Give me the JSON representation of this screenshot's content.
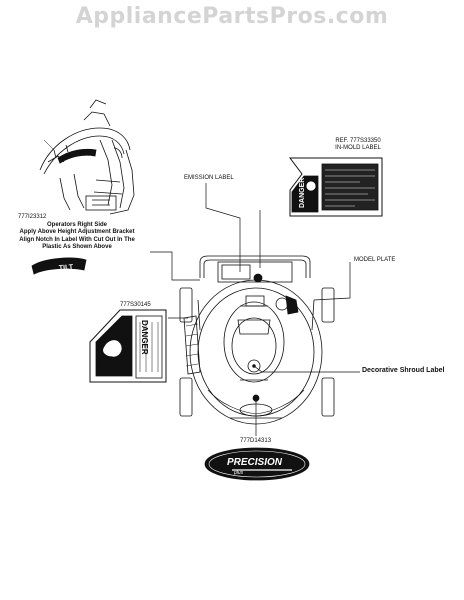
{
  "watermark": "AppliancePartsPros.com",
  "callouts": {
    "ref_label": "REF. 777S33350",
    "inmold_label": "IN-MOLD LABEL",
    "emission_label": "EMISSION LABEL",
    "model_plate": "MODEL PLATE",
    "part_23312": "777I23312",
    "operators_note": [
      "Operators Right Side",
      "Apply Above Height Adjustment Bracket",
      "Align Notch In Label With Cut Out In The",
      "Plastic As Shown Above"
    ],
    "part_30145": "777S30145",
    "decorative_shroud": "Decorative Shroud Label",
    "part_14313": "777D14313"
  },
  "decals": {
    "danger_word": "DANGER",
    "tilt_word": "TILT",
    "precision_word": "PRECISION",
    "precision_sub": "plus"
  },
  "colors": {
    "line": "#111111",
    "watermark": "#d4d4d4"
  }
}
